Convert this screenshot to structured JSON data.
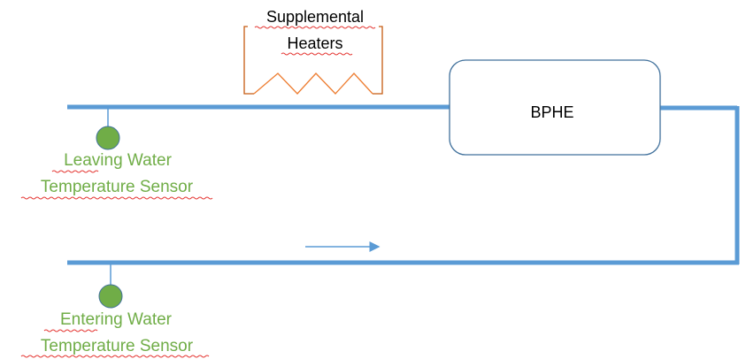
{
  "heater": {
    "line1": "Supplemental",
    "line2": "Heaters"
  },
  "bphe": {
    "label": "BPHE"
  },
  "leaving_sensor": {
    "line1": "Leaving Water",
    "line2": "Temperature Sensor"
  },
  "entering_sensor": {
    "line1": "Entering Water",
    "line2": "Temperature Sensor"
  },
  "colors": {
    "pipe": "#5b9bd5",
    "sensor": "#70ad47",
    "heater": "#ed7d31",
    "sensor_text": "#70ad47",
    "spellcheck": "#e53935"
  },
  "icons": {
    "flow": "right-arrow-icon",
    "sensor": "sensor-dot-icon"
  }
}
